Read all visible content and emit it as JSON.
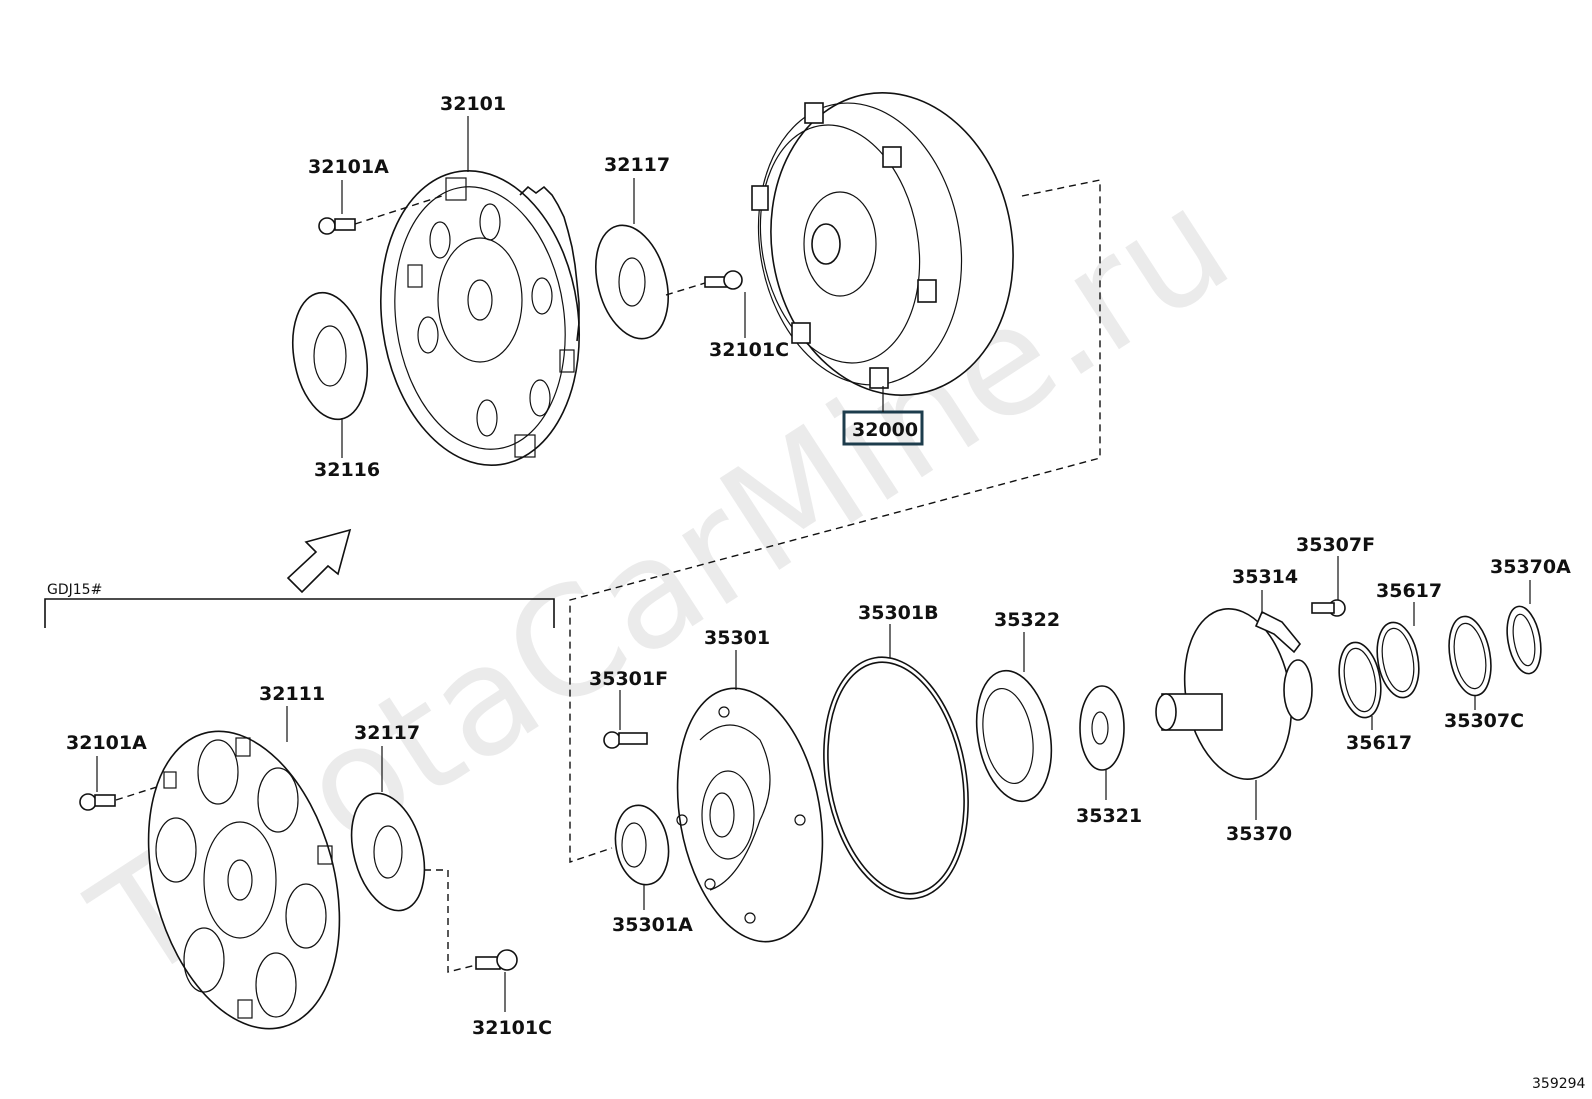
{
  "watermark": "ToyotaCarMine.ru",
  "variant_label": "GDJ15#",
  "figure_number": "359294",
  "highlighted_part": "32000",
  "parts": {
    "p32101": "32101",
    "p32101A_top": "32101A",
    "p32117_top": "32117",
    "p32101C_top": "32101C",
    "p32000": "32000",
    "p32116": "32116",
    "p32111": "32111",
    "p32101A_bot": "32101A",
    "p32117_bot": "32117",
    "p32101C_bot": "32101C",
    "p35301F": "35301F",
    "p35301": "35301",
    "p35301A": "35301A",
    "p35301B": "35301B",
    "p35322": "35322",
    "p35321": "35321",
    "p35314": "35314",
    "p35307F": "35307F",
    "p35370": "35370",
    "p35617_top": "35617",
    "p35617_bot": "35617",
    "p35370A": "35370A",
    "p35307C": "35307C"
  }
}
